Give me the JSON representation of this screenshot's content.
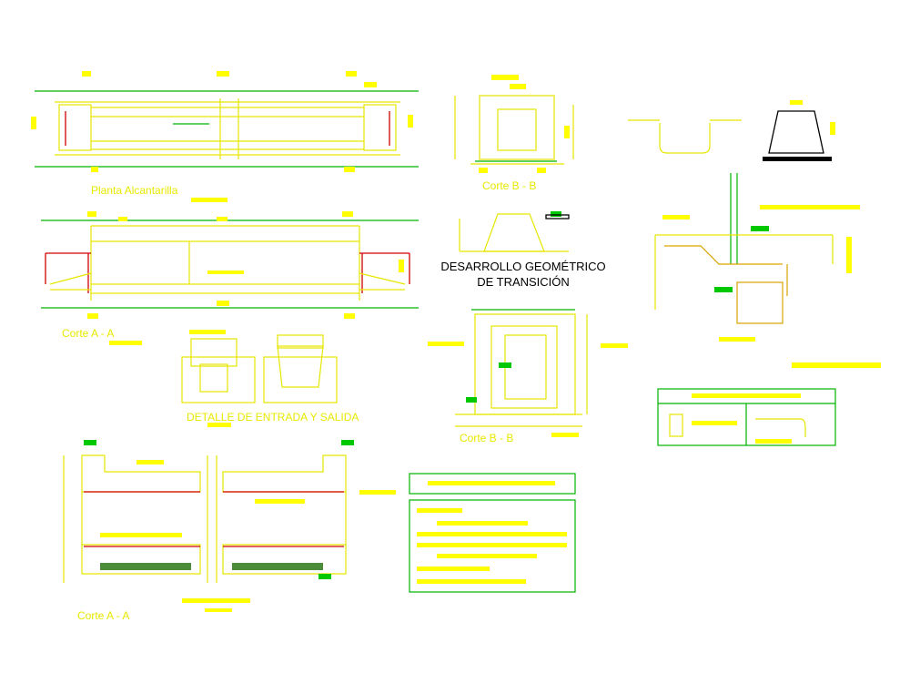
{
  "titles": {
    "planta": "Planta Alcantarilla",
    "corte_aa_top": "Corte A - A",
    "corte_bb_top": "Corte B - B",
    "desarrollo_line1": "DESARROLLO GEOMÉTRICO",
    "desarrollo_line2": "DE TRANSICIÓN",
    "corte_bb_mid": "Corte B - B",
    "corte_aa_bottom": "Corte A - A",
    "detalle": "DETALLE DE ENTRADA Y SALIDA"
  },
  "colors": {
    "background": "#ffffff",
    "text_yellow": "#e8e800",
    "line_yellow": "#e6e600",
    "highlight": "#ffff00",
    "green": "#00b400",
    "red": "#d00000",
    "black": "#000000"
  }
}
